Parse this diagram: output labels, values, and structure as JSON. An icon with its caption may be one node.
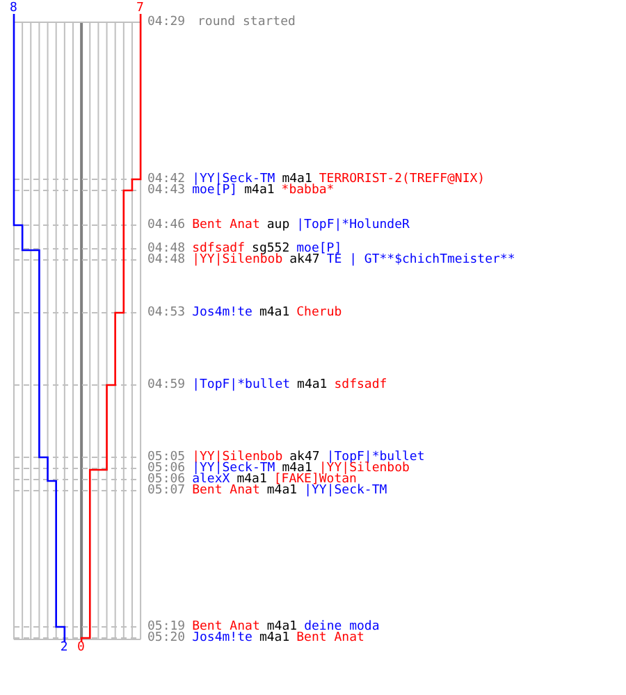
{
  "diagram": {
    "labels": [
      "8",
      "7",
      "04:29",
      "round started",
      "04:42",
      "|YY|Seck-TM",
      "m4a1",
      "TERRORIST-2(TREFF@NIX)",
      "04:43",
      "moe[P]",
      "m4a1",
      "*babba*",
      "04:46",
      "Bent Anat",
      "aup",
      "|TopF|*HolundeR",
      "04:48",
      "sdfsadf",
      "sg552",
      "moe[P]",
      "04:48",
      "|YY|Silenbob",
      "ak47",
      "TE | GT**$chichTmeister**",
      "04:53",
      "Jos4m!te",
      "m4a1",
      "Cherub",
      "04:59",
      "|TopF|*bullet",
      "m4a1",
      "sdfsadf",
      "05:05",
      "|YY|Silenbob",
      "ak47",
      "|TopF|*bullet",
      "05:06",
      "|YY|Seck-TM",
      "m4a1",
      "|YY|Silenbob",
      "05:06",
      "alexX",
      "m4a1",
      "[FAKE]Wotan",
      "05:07",
      "Bent Anat",
      "m4a1",
      "|YY|Seck-TM",
      "05:19",
      "Bent Anat",
      "m4a1",
      "deine moda",
      "05:20",
      "Jos4m!te",
      "m4a1",
      "Bent Anat",
      "2",
      "0"
    ]
  }
}
